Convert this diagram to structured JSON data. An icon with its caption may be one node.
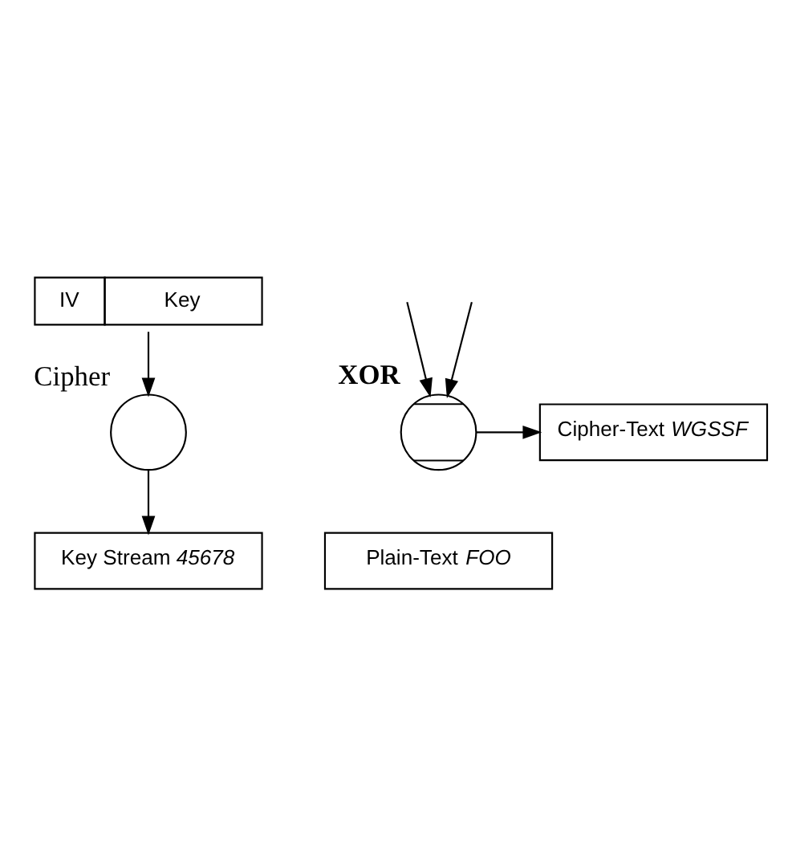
{
  "diagram": {
    "nodes": [
      {
        "text": [
          "IV",
          "Key"
        ]
      },
      {
        "text": [],
        "shape": "circle",
        "beside": [
          "Cipher"
        ]
      },
      {
        "text": [
          "Key Stream *45678*"
        ]
      },
      {
        "text": [],
        "shape": "circle",
        "beside": [
          "XOR"
        ]
      },
      {
        "text": [
          "Cipher-Text *WGSSF*"
        ]
      },
      {
        "text": [
          "Plain-Text *FOO*"
        ]
      }
    ],
    "edges": [
      {
        "from": 0,
        "to": 1,
        "arrow": "to"
      },
      {
        "from": 1,
        "to": 2,
        "arrow": "to"
      },
      {
        "from": null,
        "to": 3,
        "arrow": "to"
      },
      {
        "from": null,
        "to": 3,
        "arrow": "to"
      },
      {
        "from": 3,
        "to": 4,
        "arrow": "to"
      }
    ]
  }
}
